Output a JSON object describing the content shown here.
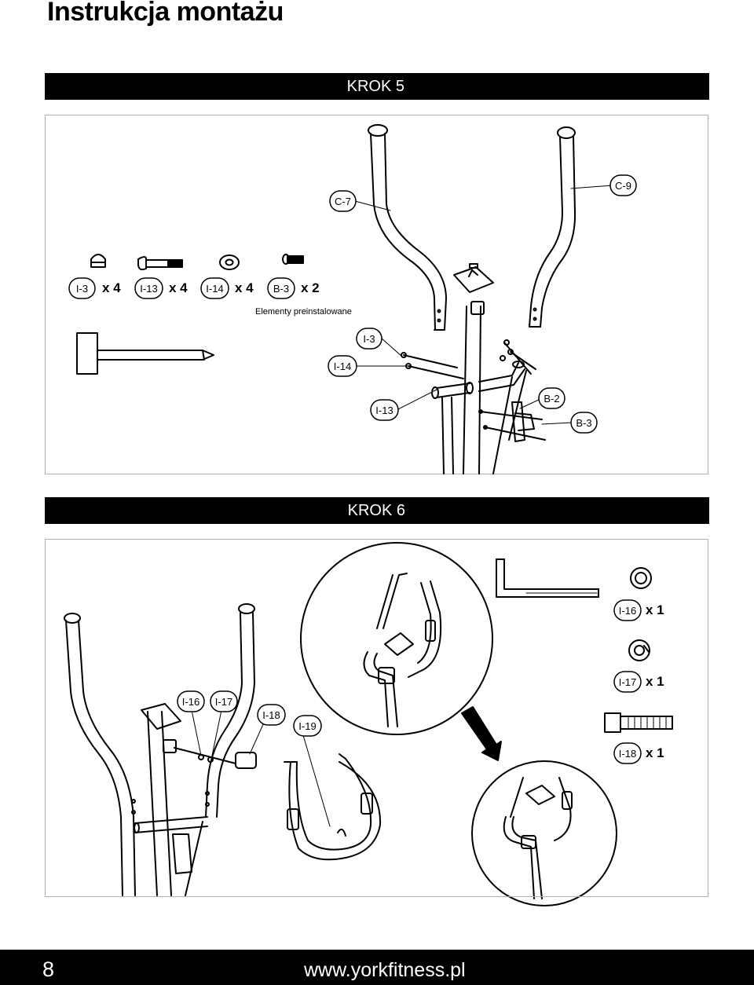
{
  "title": "Instrukcja montażu",
  "step5": {
    "header": "KROK 5",
    "labels": {
      "c7": "C-7",
      "c9": "C-9",
      "i3_hw": "I-3",
      "i13_hw": "I-13",
      "i14_hw": "I-14",
      "b3_hw": "B-3",
      "i3": "I-3",
      "i14": "I-14",
      "i13": "I-13",
      "b2": "B-2",
      "b3": "B-3"
    },
    "quantities": {
      "i3": "x 4",
      "i13": "x 4",
      "i14": "x 4",
      "b3": "x 2"
    },
    "preinstalled_note": "Elementy preinstalowane"
  },
  "step6": {
    "header": "KROK 6",
    "labels": {
      "i16_hw": "I-16",
      "i17_hw": "I-17",
      "i18_hw": "I-18",
      "i16": "I-16",
      "i17": "I-17",
      "i18": "I-18",
      "i19": "I-19"
    },
    "quantities": {
      "i16": "x 1",
      "i17": "x 1",
      "i18": "x 1"
    }
  },
  "footer": {
    "page_number": "8",
    "url": "www.yorkfitness.pl"
  }
}
